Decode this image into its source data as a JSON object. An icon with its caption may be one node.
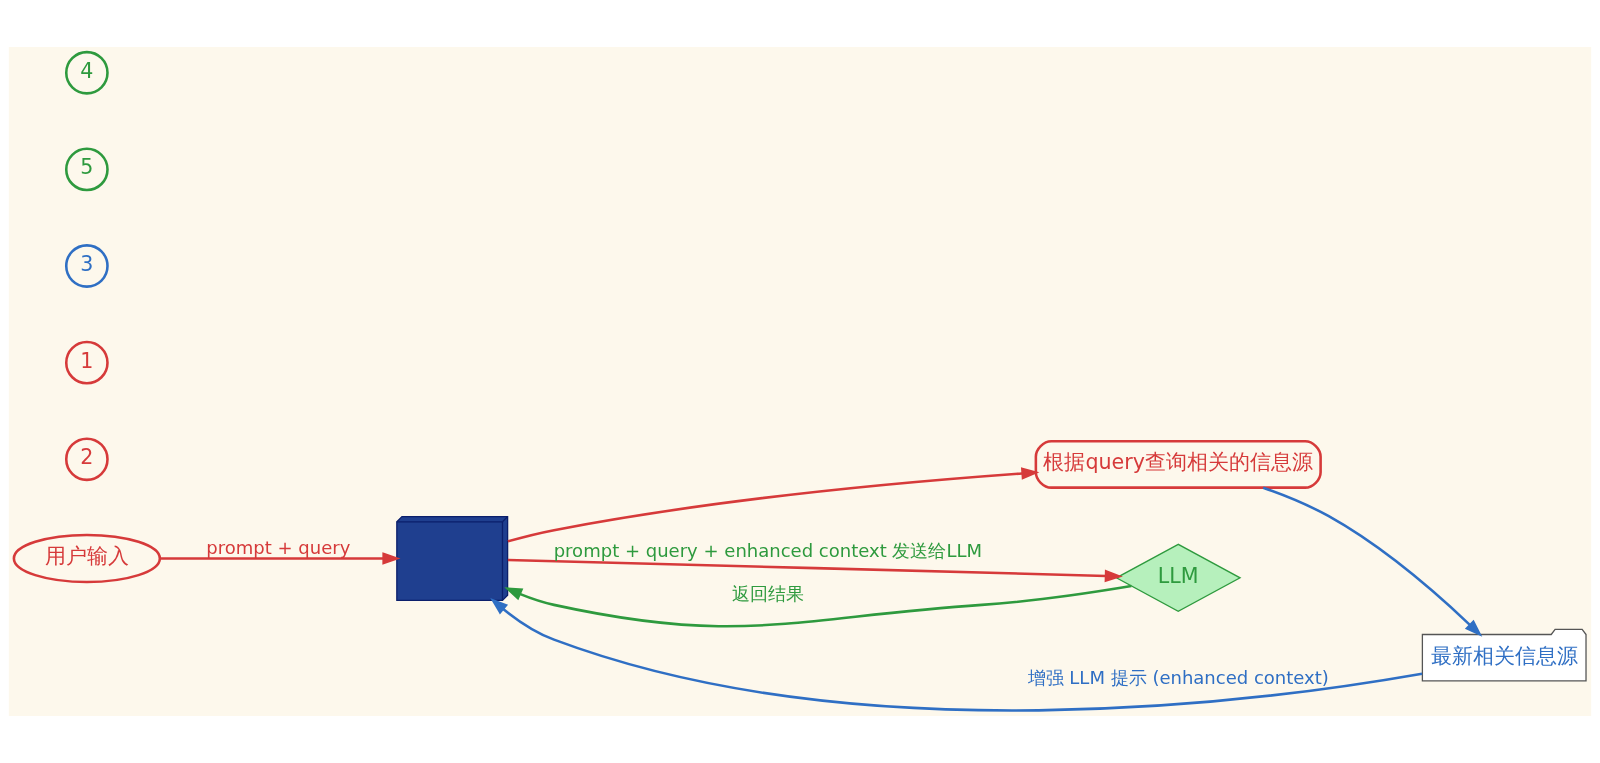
{
  "diagram": {
    "nodes": [
      {
        "text": [
          "用户输入"
        ]
      },
      {
        "text": [],
        "shape": "laptop"
      },
      {
        "text": [
          "根据query查询相关的信息源"
        ]
      },
      {
        "text": [
          "最新相关信息源"
        ]
      },
      {
        "text": [
          "LLM"
        ]
      }
    ],
    "edges": [
      {
        "from": 0,
        "to": 1,
        "arrow": "to",
        "label": "prompt + query",
        "color": "#d63a3a"
      },
      {
        "from": 1,
        "to": 2,
        "arrow": "to",
        "color": "#d63a3a"
      },
      {
        "from": 2,
        "to": 3,
        "arrow": "to",
        "color": "#2f6fc4"
      },
      {
        "from": 3,
        "to": 1,
        "arrow": "to",
        "label": "增强 LLM 提示 (enhanced context)",
        "color": "#2f6fc4"
      },
      {
        "from": 1,
        "to": 4,
        "arrow": "to",
        "label": "prompt + query + enhanced context 发送给LLM",
        "color": "#d63a3a"
      },
      {
        "from": 4,
        "to": 1,
        "arrow": "to",
        "label": "返回结果",
        "color": "#2e9a3e"
      }
    ],
    "labels": [
      "2",
      "1",
      "3",
      "5",
      "4"
    ]
  }
}
